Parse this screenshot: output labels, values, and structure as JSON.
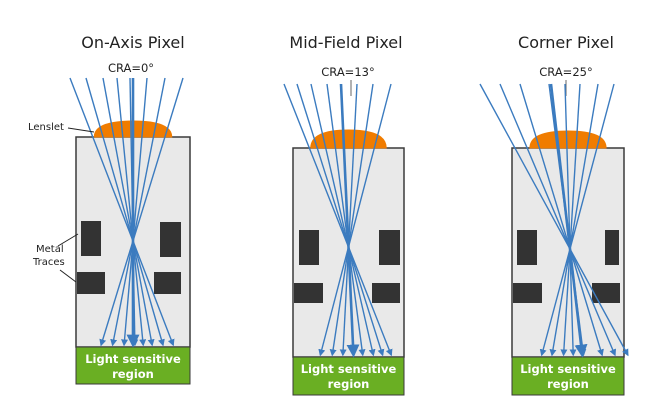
{
  "colors": {
    "ray": "#3b7bbf",
    "lens": "#f07c00",
    "pixel_fill": "#e9e9e9",
    "pixel_stroke": "#3a3a3a",
    "metal": "#333333",
    "region": "#6aaf23",
    "text": "#222222"
  },
  "labels": {
    "lenslet": "Lenslet",
    "metal_line1": "Metal",
    "metal_line2": "Traces"
  },
  "panels": [
    {
      "title": "On-Axis Pixel",
      "cra": "CRA=0°",
      "cra_degrees": 0,
      "region_line1": "Light sensitive",
      "region_line2": "region"
    },
    {
      "title": "Mid-Field Pixel",
      "cra": "CRA=13°",
      "cra_degrees": 13,
      "region_line1": "Light sensitive",
      "region_line2": "region"
    },
    {
      "title": "Corner Pixel",
      "cra": "CRA=25°",
      "cra_degrees": 25,
      "region_line1": "Light sensitive",
      "region_line2": "region"
    }
  ]
}
